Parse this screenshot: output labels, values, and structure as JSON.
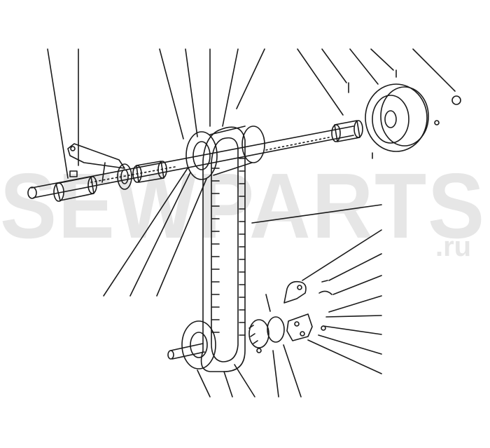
{
  "watermark": {
    "brand": "SEWPARTS",
    "domain": ".ru"
  },
  "diagram": {
    "line_color": "#1a1a1a",
    "watermark_color": "#e6e6e6",
    "parts": [
      "upper-shaft",
      "shaft-bracket",
      "bushing-left",
      "bushing-middle",
      "upper-belt-sprocket",
      "timing-belt",
      "handwheel-pulley",
      "lower-belt-sprocket",
      "lower-shaft",
      "lower-gear",
      "crank-lever",
      "link-plate"
    ]
  }
}
